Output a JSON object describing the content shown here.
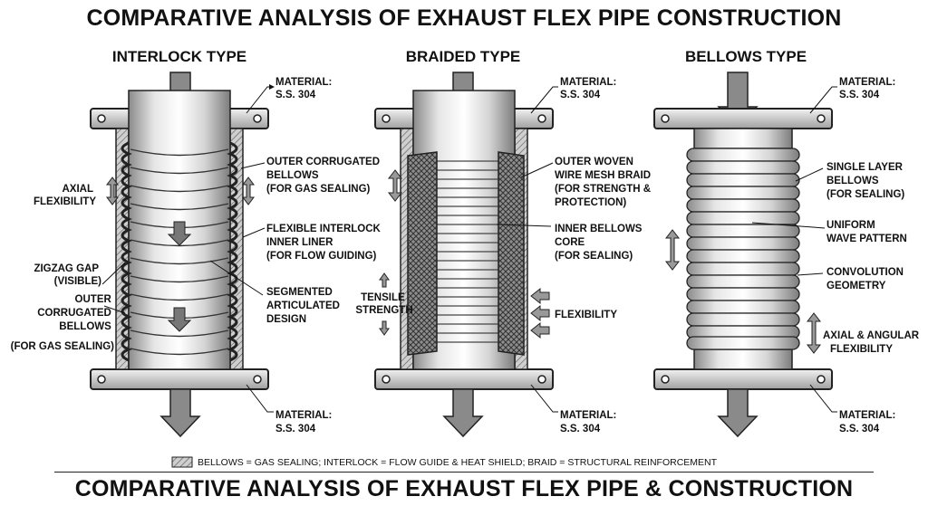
{
  "title_top": "COMPARATIVE ANALYSIS OF EXHAUST FLEX PIPE CONSTRUCTION",
  "title_bottom": "COMPARATIVE ANALYSIS OF EXHAUST FLEX PIPE & CONSTRUCTION",
  "columns": {
    "interlock": {
      "title": "INTERLOCK TYPE",
      "material_top": [
        "MATERIAL:",
        "S.S. 304"
      ],
      "material_bottom": [
        "MATERIAL:",
        "S.S. 304"
      ],
      "outer_bellows": [
        "OUTER CORRUGATED",
        "BELLOWS",
        "(FOR GAS SEALING)"
      ],
      "axial": [
        "AXIAL",
        "FLEXIBILITY"
      ],
      "liner": [
        "FLEXIBLE INTERLOCK",
        "INNER LINER",
        "(FOR FLOW GUIDING)"
      ],
      "zigzag": [
        "ZIGZAG GAP",
        "(VISIBLE)"
      ],
      "segmented": [
        "SEGMENTED",
        "ARTICULATED",
        "DESIGN"
      ],
      "outer_left": [
        "OUTER",
        "CORRUGATED",
        "BELLOWS",
        "(FOR GAS SEALING)"
      ]
    },
    "braided": {
      "title": "BRAIDED TYPE",
      "material_top": [
        "MATERIAL:",
        "S.S. 304"
      ],
      "material_bottom": [
        "MATERIAL:",
        "S.S. 304"
      ],
      "braid": [
        "OUTER WOVEN",
        "WIRE MESH BRAID",
        "(FOR STRENGTH &",
        "PROTECTION)"
      ],
      "core": [
        "INNER BELLOWS",
        "CORE",
        "(FOR SEALING)"
      ],
      "tensile": [
        "TENSILE",
        "STRENGTH"
      ],
      "flex": "FLEXIBILITY"
    },
    "bellows": {
      "title": "BELLOWS TYPE",
      "material_top": [
        "MATERIAL:",
        "S.S. 304"
      ],
      "material_bottom": [
        "MATERIAL:",
        "S.S. 304"
      ],
      "single": [
        "SINGLE LAYER",
        "BELLOWS",
        "(FOR SEALING)"
      ],
      "uniform": [
        "UNIFORM",
        "WAVE PATTERN"
      ],
      "convolution": [
        "CONVOLUTION",
        "GEOMETRY"
      ],
      "axial_angular": [
        "AXIAL & ANGULAR",
        "FLEXIBILITY"
      ]
    }
  },
  "legend": "BELLOWS = GAS SEALING; INTERLOCK = FLOW GUIDE & HEAT SHIELD; BRAID = STRUCTURAL REINFORCEMENT"
}
